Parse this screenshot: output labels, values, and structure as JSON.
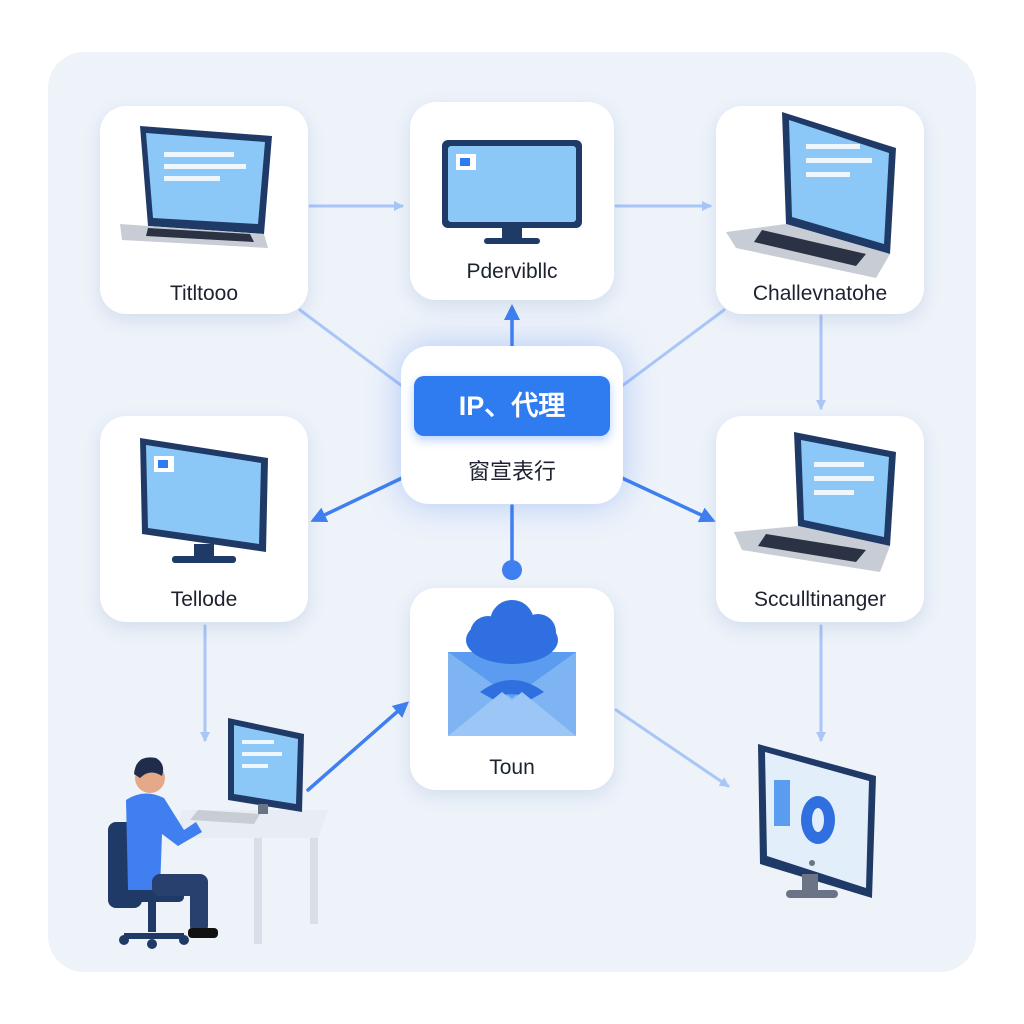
{
  "hub": {
    "badge": "IP、代理",
    "subtitle": "窗宣表行"
  },
  "nodes": [
    {
      "id": "top-left",
      "label": "Titltooo",
      "device": "laptop"
    },
    {
      "id": "top-center",
      "label": "Pdervibllc",
      "device": "monitor"
    },
    {
      "id": "top-right",
      "label": "Challevnatohe",
      "device": "laptop"
    },
    {
      "id": "middle-left",
      "label": "Tellode",
      "device": "monitor"
    },
    {
      "id": "middle-right",
      "label": "Scculltinanger",
      "device": "laptop"
    },
    {
      "id": "bottom-center",
      "label": "Toun",
      "device": "cloud-mail"
    }
  ],
  "extras": [
    {
      "id": "user-workstation",
      "device": "person-at-desk"
    },
    {
      "id": "endpoint-monitor",
      "device": "monitor"
    }
  ],
  "colors": {
    "background": "#eef3fa",
    "accent": "#2f7bf0",
    "link_light": "#a9c6f7",
    "link_strong": "#3f7ff0",
    "screen": "#8cc8f7",
    "device_frame": "#1f3a66"
  }
}
